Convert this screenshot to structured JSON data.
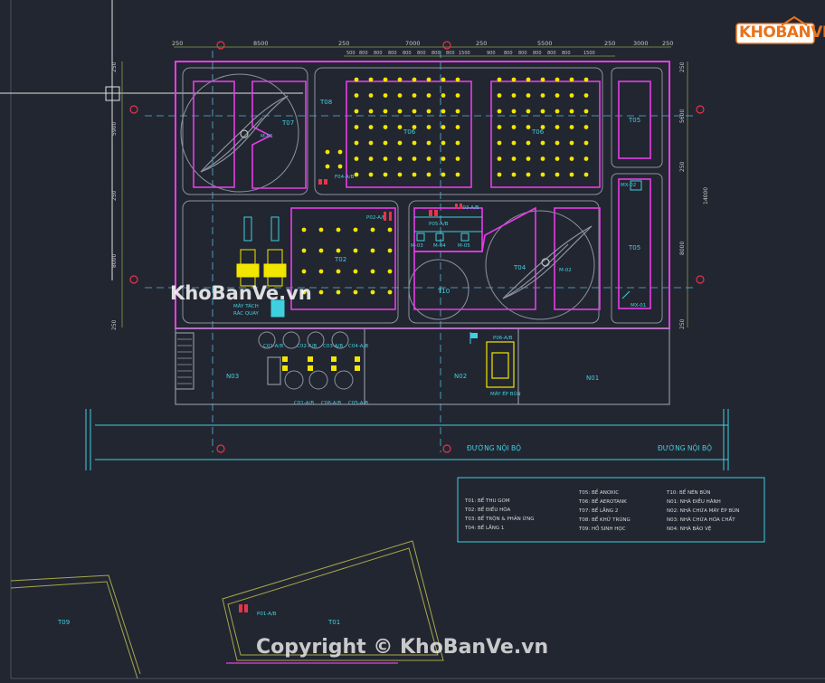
{
  "logo": {
    "text": "KHOBANVE"
  },
  "watermark": {
    "mid": "KhoBanVe.vn",
    "bottom": "Copyright © KhoBanVe.vn"
  },
  "dims": {
    "top": [
      "250",
      "8500",
      "250",
      "7000",
      "250",
      "5500",
      "250",
      "3000",
      "250"
    ],
    "top_sub": [
      "500",
      "800",
      "800",
      "800",
      "800",
      "800",
      "800",
      "800",
      "1500",
      "900",
      "800",
      "800",
      "800",
      "800",
      "800",
      "1500"
    ],
    "right": [
      "250",
      "5600",
      "250",
      "14000",
      "8000",
      "250"
    ],
    "left": [
      "250",
      "5900",
      "250",
      "8000",
      "250"
    ]
  },
  "tanks": {
    "t08": "T08",
    "t07": "T07",
    "t06a": "T06",
    "t06b": "T06",
    "t05a": "T05",
    "t05b": "T05",
    "t02": "T02",
    "t04": "T04",
    "t10": "T10",
    "t01": "T01",
    "t09": "T09"
  },
  "equip": {
    "m01": "M-01",
    "m02": "M-02",
    "m03": "M-03",
    "m04": "M-04",
    "m05": "M-05",
    "mx02": "MX-02",
    "mx01": "MX-01",
    "f04": "F04-A/B",
    "p02": "P02-A/B",
    "p05": "P05-A/B",
    "p03": "P03-A/B",
    "sep1": "MÁY TÁCH",
    "sep2": "RÁC QUAY",
    "c01": "C01-A/B",
    "c02": "C02-A/B",
    "c03": "C03-A/B",
    "c04": "C04-A/B",
    "co1": "C01-A/B",
    "co6": "C06-A/B",
    "co5": "C05-A/B",
    "p06": "P06-A/B",
    "press": "MÁY ÉP BÙN",
    "p01": "P01-A/B"
  },
  "rooms": {
    "n03": "N03",
    "n02": "N02",
    "n01": "N01"
  },
  "roads": {
    "r1": "ĐƯỜNG NỘI BỘ",
    "r2": "ĐƯỜNG NỘI BỘ"
  },
  "legend": {
    "col1": [
      "T01: BỂ THU GOM",
      "T02: BỂ ĐIỀU HÒA",
      "T03: BỂ TRỘN & PHẢN ỨNG",
      "T04: BỂ LẮNG 1"
    ],
    "col2": [
      "T05: BỂ ANOXIC",
      "T06: BỂ AEROTANK",
      "T07: BỂ LẮNG 2",
      "T08: BỂ KHỬ TRÙNG",
      "T09: HỒ SINH HỌC"
    ],
    "col3": [
      "T10: BỂ NÉN BÙN",
      "N01: NHÀ ĐIỀU HÀNH",
      "N02: NHÀ CHỨA MÁY ÉP BÙN",
      "N03: NHÀ CHỨA HÓA CHẤT",
      "N04: NHÀ BẢO VỆ"
    ]
  },
  "colors": {
    "bg": "#222631",
    "magenta": "#e83ce8",
    "cyan": "#3fd0e0",
    "yellow": "#f2e600",
    "grey": "#8c93a0",
    "red": "#e8344a",
    "olive": "#a8a84a"
  }
}
